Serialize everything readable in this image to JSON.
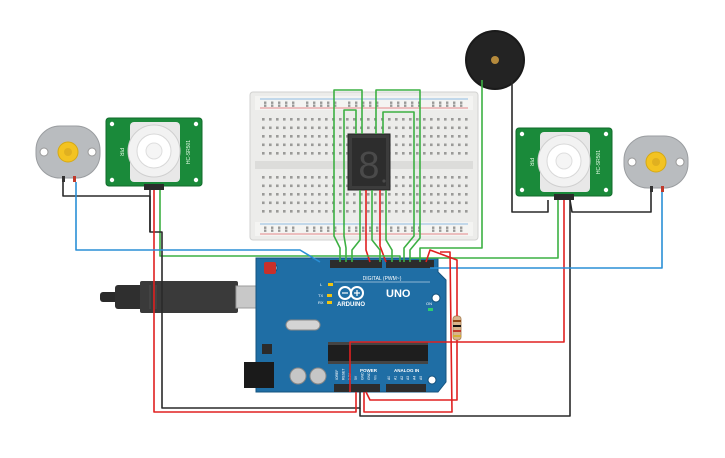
{
  "board": {
    "brand": "ARDUINO",
    "model": "UNO",
    "digital_label": "DIGITAL (PWM~)",
    "power_label": "POWER",
    "analog_label": "ANALOG IN",
    "tx_label": "TX",
    "rx_label": "RX",
    "l_label": "L",
    "on_label": "ON",
    "aref_label": "AREF",
    "gnd_label": "GND",
    "power_pins": [
      "IOREF",
      "RESET",
      "3.3V",
      "5V",
      "GND",
      "GND",
      "Vin"
    ],
    "analog_pins": [
      "A0",
      "A1",
      "A2",
      "A3",
      "A4",
      "A5"
    ]
  },
  "pir_left": {
    "model": "PIR",
    "brand": "HC-SR501",
    "side": "PIR"
  },
  "pir_right": {
    "model": "PIR",
    "brand": "HC-SR501",
    "side": "PIR"
  },
  "seven_segment": {
    "digit": "8"
  },
  "colors": {
    "wire_red": "#e02020",
    "wire_black": "#2a2a2a",
    "wire_green": "#3cb043",
    "wire_blue": "#2a8fd6",
    "arduino_blue": "#1f6ea5",
    "pir_board": "#1a8a3a",
    "motor_gray": "#b9bcbf",
    "motor_gear": "#f3c322",
    "breadboard": "#ececea"
  }
}
